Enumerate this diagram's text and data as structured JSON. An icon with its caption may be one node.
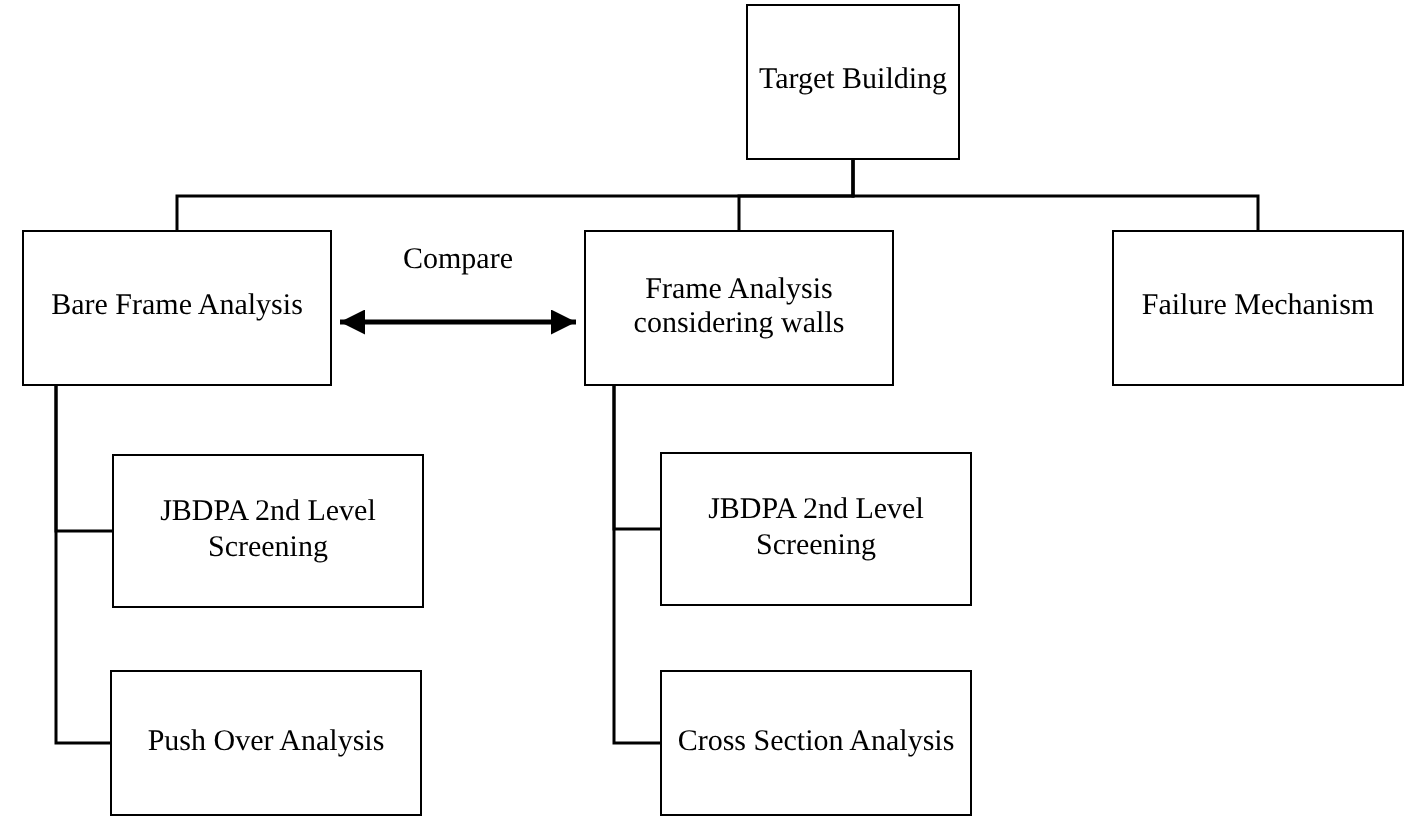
{
  "diagram": {
    "nodes": [
      {
        "text": [
          "Target Building"
        ]
      },
      {
        "text": [
          "Bare Frame Analysis"
        ]
      },
      {
        "text": [
          "Frame Analysis considering walls"
        ]
      },
      {
        "text": [
          "Failure Mechanism"
        ]
      },
      {
        "text": [
          "JBDPA 2nd Level Screening"
        ]
      },
      {
        "text": [
          "Push Over Analysis"
        ]
      },
      {
        "text": [
          "JBDPA 2nd Level Screening"
        ]
      },
      {
        "text": [
          "Cross Section Analysis"
        ]
      }
    ],
    "edges": [
      {
        "from": 0,
        "to": 1,
        "arrow": "none"
      },
      {
        "from": 0,
        "to": 2,
        "arrow": "none"
      },
      {
        "from": 0,
        "to": 3,
        "arrow": "none"
      },
      {
        "from": 1,
        "to": 2,
        "arrow": "both",
        "label": "Compare"
      },
      {
        "from": 1,
        "to": 4,
        "arrow": "none"
      },
      {
        "from": 1,
        "to": 5,
        "arrow": "none"
      },
      {
        "from": 2,
        "to": 6,
        "arrow": "none"
      },
      {
        "from": 2,
        "to": 7,
        "arrow": "none"
      }
    ]
  }
}
